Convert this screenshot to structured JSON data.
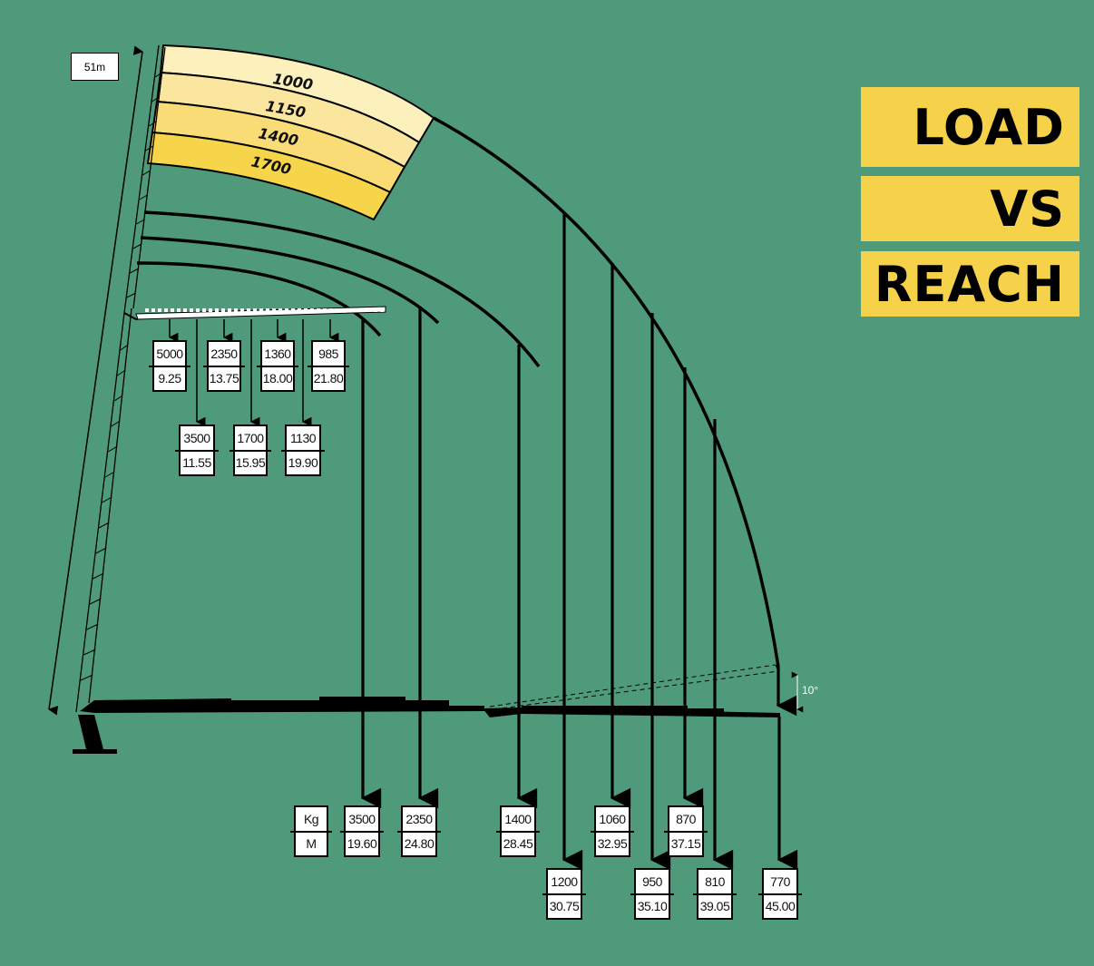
{
  "title": [
    "LOAD",
    "VS",
    "REACH"
  ],
  "max_height_label": "51m",
  "tilt_label": "10°",
  "legend": {
    "top": "Kg",
    "bottom": "M"
  },
  "bands": [
    "1000",
    "1150",
    "1400",
    "1700"
  ],
  "band_colors": [
    "#fcf0bd",
    "#fbe6a0",
    "#f9dc75",
    "#f7d54b"
  ],
  "upper_loads": [
    {
      "kg": "5000",
      "m": "9.25"
    },
    {
      "kg": "3500",
      "m": "11.55"
    },
    {
      "kg": "2350",
      "m": "13.75"
    },
    {
      "kg": "1700",
      "m": "15.95"
    },
    {
      "kg": "1360",
      "m": "18.00"
    },
    {
      "kg": "1130",
      "m": "19.90"
    },
    {
      "kg": "985",
      "m": "21.80"
    }
  ],
  "lower_loads": [
    {
      "kg": "3500",
      "m": "19.60"
    },
    {
      "kg": "2350",
      "m": "24.80"
    },
    {
      "kg": "1400",
      "m": "28.45"
    },
    {
      "kg": "1200",
      "m": "30.75"
    },
    {
      "kg": "1060",
      "m": "32.95"
    },
    {
      "kg": "950",
      "m": "35.10"
    },
    {
      "kg": "870",
      "m": "37.15"
    },
    {
      "kg": "810",
      "m": "39.05"
    },
    {
      "kg": "770",
      "m": "45.00"
    }
  ]
}
